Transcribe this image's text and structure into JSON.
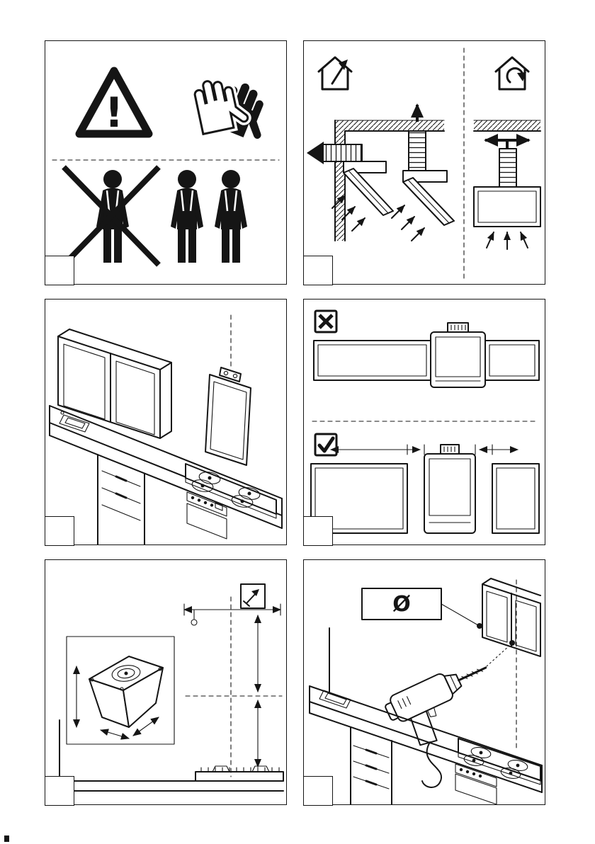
{
  "page": {
    "kind": "appliance installation manual figures page",
    "ink": "#151515",
    "paper": "#ffffff"
  },
  "panels": [
    {
      "name": "safety-precautions",
      "step_label": "",
      "symbols": {
        "exclamation": "!"
      },
      "icons": [
        "warning-triangle-icon",
        "protective-gloves-icon",
        "single-installer-prohibited-icon",
        "two-installers-required-icon"
      ]
    },
    {
      "name": "extraction-or-recirculation-modes",
      "step_label": "",
      "icons": [
        "house-extraction-icon",
        "house-recirculation-icon",
        "wall-outlet-duct-figure",
        "ceiling-outlet-duct-figure",
        "recirculation-hood-figure"
      ]
    },
    {
      "name": "hood-wall-mounting-location",
      "step_label": "",
      "icons": [
        "kitchen-isometric-figure",
        "hood-panel-on-wall",
        "mounting-centerline"
      ]
    },
    {
      "name": "cabinet-clearance-wrong-vs-right",
      "step_label": "",
      "symbols": {
        "wrong_mark": "✗",
        "correct_mark": "✓"
      },
      "icons": [
        "crossed-box-icon",
        "check-box-icon",
        "flush-cabinets-figure",
        "spaced-cabinets-figure"
      ]
    },
    {
      "name": "mounting-dimensions",
      "step_label": "",
      "icons": [
        "hood-detail-inset",
        "power-connection-icon",
        "dimension-arrows",
        "gas-hob-profile"
      ]
    },
    {
      "name": "drilling-fixing-holes",
      "step_label": "",
      "symbols": {
        "diameter": "Ø"
      },
      "icons": [
        "drill-diameter-callout",
        "power-drill-icon",
        "drill-hole-markers",
        "kitchen-isometric-figure"
      ]
    }
  ]
}
